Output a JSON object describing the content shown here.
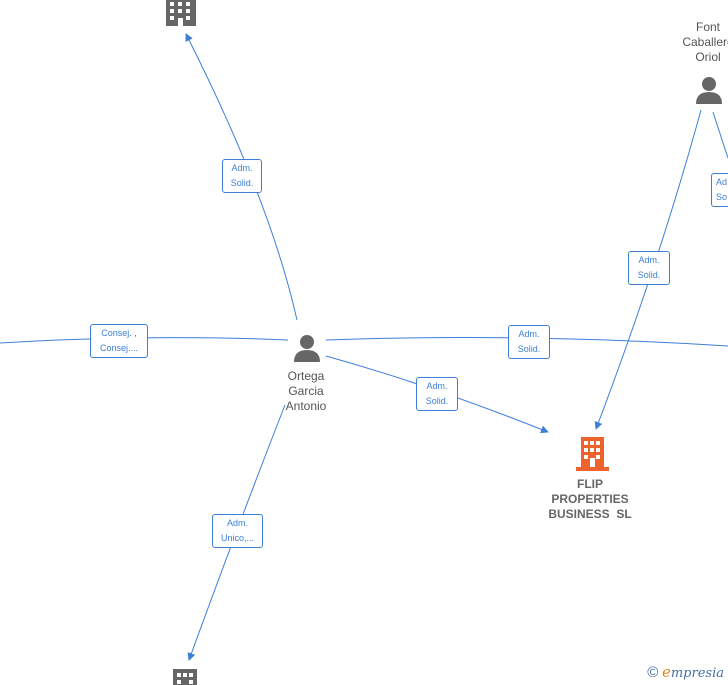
{
  "nodes": {
    "center_person": {
      "label_lines": [
        "Ortega",
        "Garcia",
        "Antonio"
      ],
      "icon": "person-icon"
    },
    "top_right_person": {
      "label_lines": [
        "Font",
        "Caballero",
        "Oriol"
      ],
      "icon": "person-icon"
    },
    "main_company": {
      "label_lines": [
        "FLIP",
        "PROPERTIES",
        "BUSINESS  SL"
      ],
      "icon": "building-icon",
      "color": "#f0622b"
    },
    "top_company": {
      "icon": "building-icon",
      "color": "#666666"
    },
    "bottom_company": {
      "icon": "building-icon",
      "color": "#666666"
    }
  },
  "roles": {
    "top": [
      "Adm.",
      "Solid."
    ],
    "left": [
      "Consej. ,",
      "Consej...."
    ],
    "center_right": [
      "Adm.",
      "Solid."
    ],
    "center_main": [
      "Adm.",
      "Solid."
    ],
    "bottom": [
      "Adm.",
      "Unico,..."
    ],
    "font_main": [
      "Adm.",
      "Solid."
    ],
    "far_right": [
      "Ad",
      "So"
    ]
  },
  "colors": {
    "edge": "#3d7fd8",
    "person": "#666666",
    "company_focus": "#f0622b"
  },
  "brand": {
    "copyright": "©",
    "e": "e",
    "rest": "mpresia"
  }
}
